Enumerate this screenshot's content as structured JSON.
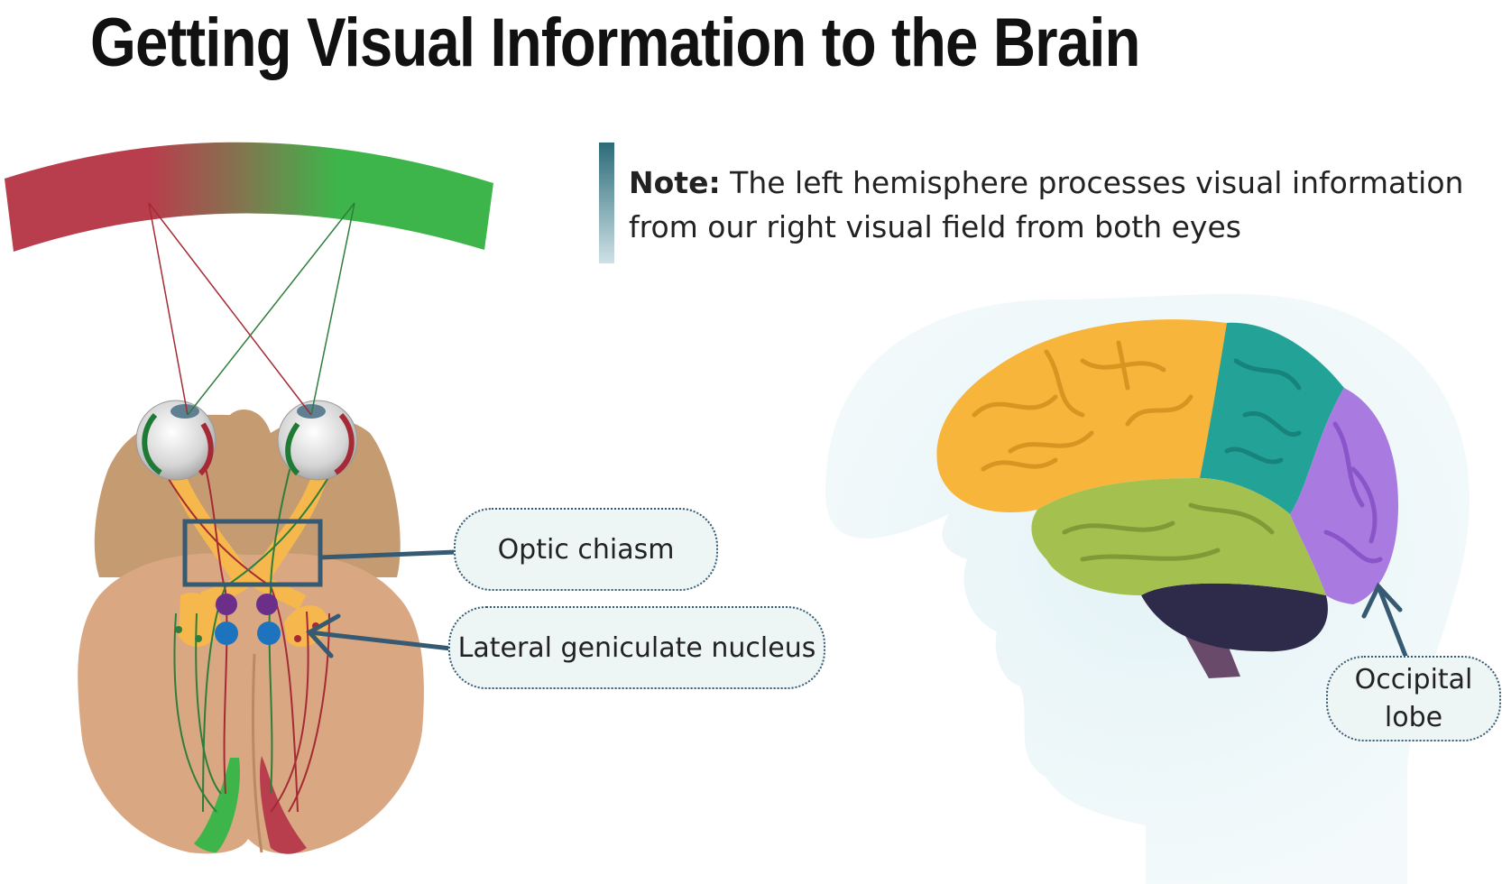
{
  "title": "Getting Visual Information to the Brain",
  "note": {
    "label": "Note:",
    "text": "The left hemisphere processes visual information from our right visual field from both eyes"
  },
  "labels": {
    "optic_chiasm": "Optic chiasm",
    "lgn": "Lateral geniculate nucleus",
    "occipital_lobe": "Occipital lobe"
  },
  "colors": {
    "left_field_red": "#b83e4d",
    "right_field_green": "#3db54a",
    "callout_line": "#375a73",
    "frontal_lobe": "#f8b53c",
    "parietal_lobe": "#23a398",
    "temporal_lobe": "#a4c14f",
    "occipital_lobe": "#a97ae0",
    "cerebellum": "#2e2a49"
  }
}
